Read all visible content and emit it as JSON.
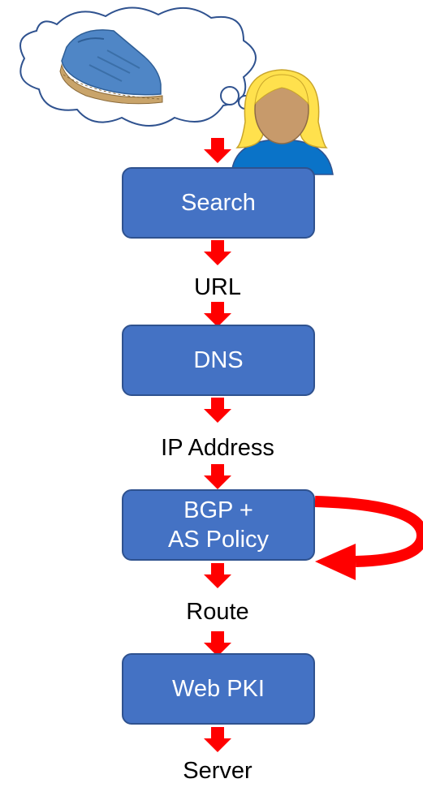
{
  "colors": {
    "box_fill": "#4472C4",
    "box_border": "#2F528F",
    "box_text": "#ffffff",
    "arrow": "#FF0000",
    "hair": "#FFE14D",
    "face": "#C79A6B",
    "shirt": "#0A73C8"
  },
  "boxes": {
    "search": "Search",
    "dns": "DNS",
    "bgp_line1": "BGP +",
    "bgp_line2": "AS Policy",
    "web_pki": "Web PKI"
  },
  "labels": {
    "url": "URL",
    "ip_address": "IP Address",
    "route": "Route",
    "server": "Server"
  },
  "icons": {
    "thought": "thought-bubble-icon",
    "product": "shoe-icon",
    "user": "person-icon",
    "flow": "down-arrow-icon",
    "loop": "curved-loop-arrow-icon"
  }
}
